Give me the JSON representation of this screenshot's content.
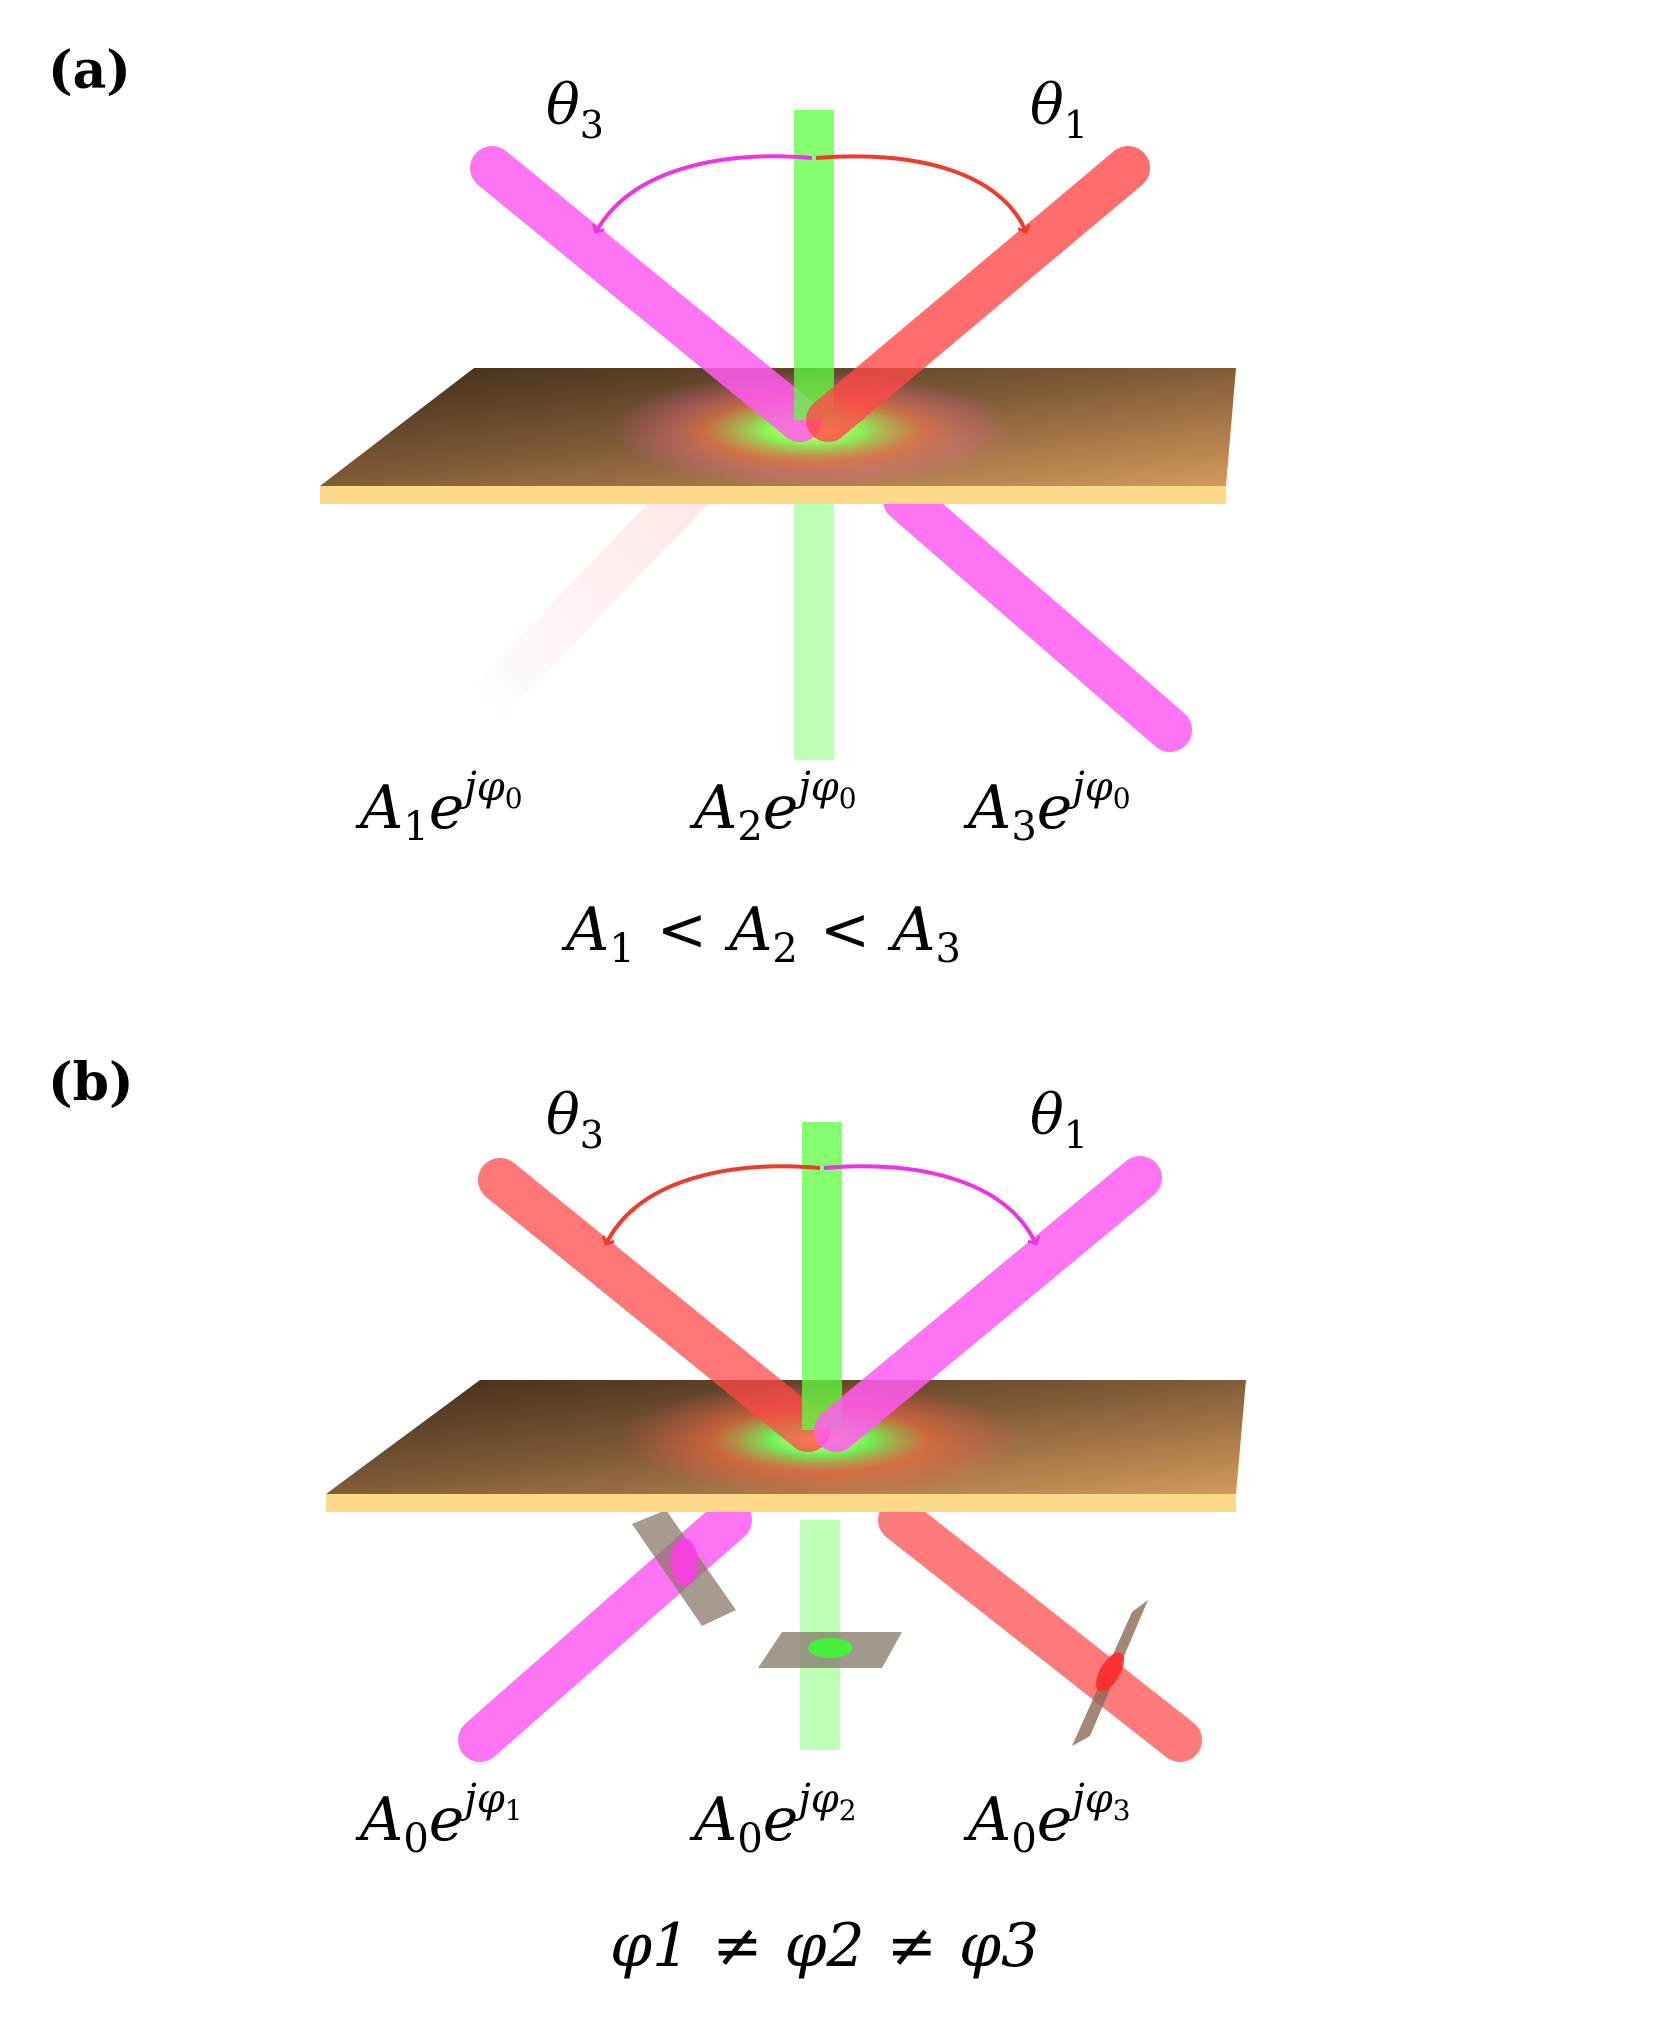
{
  "panels": [
    {
      "label": "(a)",
      "theta_left": {
        "sym": "θ",
        "sub": "3"
      },
      "theta_right": {
        "sym": "θ",
        "sub": "1"
      },
      "beams": [
        {
          "amp": "A",
          "amp_sub": "1",
          "exp": "e",
          "sup": "jφ",
          "sup_sub": "0"
        },
        {
          "amp": "A",
          "amp_sub": "2",
          "exp": "e",
          "sup": "jφ",
          "sup_sub": "0"
        },
        {
          "amp": "A",
          "amp_sub": "3",
          "exp": "e",
          "sup": "jφ",
          "sup_sub": "0"
        }
      ],
      "relation": {
        "a1": "A",
        "s1": "1",
        "op1": "<",
        "a2": "A",
        "s2": "2",
        "op2": "<",
        "a3": "A",
        "s3": "3"
      }
    },
    {
      "label": "(b)",
      "theta_left": {
        "sym": "θ",
        "sub": "3"
      },
      "theta_right": {
        "sym": "θ",
        "sub": "1"
      },
      "beams": [
        {
          "amp": "A",
          "amp_sub": "0",
          "exp": "e",
          "sup": "jφ",
          "sup_sub": "1"
        },
        {
          "amp": "A",
          "amp_sub": "0",
          "exp": "e",
          "sup": "jφ",
          "sup_sub": "2"
        },
        {
          "amp": "A",
          "amp_sub": "0",
          "exp": "e",
          "sup": "jφ",
          "sup_sub": "3"
        }
      ],
      "relation": {
        "t1": "φ1",
        "op1": "≠",
        "t2": "φ2",
        "op2": "≠",
        "t3": "φ3"
      }
    }
  ],
  "colors": {
    "magenta_beam": "#ff5cf0",
    "green_beam": "#6dff5a",
    "red_beam": "#ff5a5a",
    "magenta_arrow": "#ee33e6",
    "red_arrow": "#f03a2a",
    "plate_dark": "#5a4226",
    "plate_light": "#c8935a",
    "plate_edge": "#ffd98a"
  }
}
